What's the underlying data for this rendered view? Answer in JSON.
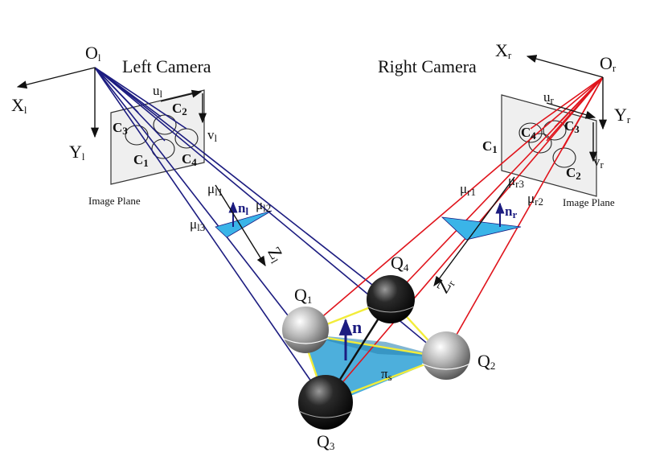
{
  "left_camera": {
    "title": "Left Camera",
    "origin_label": "O",
    "origin_sub": "l",
    "x_axis_label": "X",
    "x_axis_sub": "l",
    "y_axis_label": "Y",
    "y_axis_sub": "l",
    "u_axis_label": "u",
    "u_axis_sub": "l",
    "v_axis_label": "v",
    "v_axis_sub": "l",
    "image_plane_label": "Image Plane",
    "circle_labels": {
      "c1": "C",
      "c1_sub": "1",
      "c2": "C",
      "c2_sub": "2",
      "c3": "C",
      "c3_sub": "3",
      "c4": "C",
      "c4_sub": "4"
    },
    "mu1": "μ",
    "mu1_sub": "l1",
    "mu2": "μ",
    "mu2_sub": "l2",
    "mu3": "μ",
    "mu3_sub": "l3",
    "normal_label": "n",
    "normal_sub": "l",
    "z_label": "Z",
    "z_sub": "l"
  },
  "right_camera": {
    "title": "Right Camera",
    "origin_label": "O",
    "origin_sub": "r",
    "x_axis_label": "X",
    "x_axis_sub": "r",
    "y_axis_label": "Y",
    "y_axis_sub": "r",
    "u_axis_label": "u",
    "u_axis_sub": "r",
    "v_axis_label": "v",
    "v_axis_sub": "r",
    "image_plane_label": "Image Plane",
    "circle_labels": {
      "c1": "C",
      "c1_sub": "1",
      "c2": "C",
      "c2_sub": "2",
      "c3": "C",
      "c3_sub": "3",
      "c4": "C",
      "c4_sub": "4"
    },
    "mu1": "μ",
    "mu1_sub": "r1",
    "mu2": "μ",
    "mu2_sub": "r2",
    "mu3": "μ",
    "mu3_sub": "r3",
    "normal_label": "n",
    "normal_sub": "r",
    "z_label": "Z",
    "z_sub": "r"
  },
  "spheres": {
    "q1": "Q",
    "q1_sub": "1",
    "q2": "Q",
    "q2_sub": "2",
    "q3": "Q",
    "q3_sub": "3",
    "q4": "Q",
    "q4_sub": "4"
  },
  "plane": {
    "normal_label": "n",
    "name": "π",
    "name_sub": "s"
  },
  "colors": {
    "left_rays": "#1c1c80",
    "right_rays": "#e0141c",
    "plane_fill": "#3aa6d8",
    "triangle_edge": "#f2ec3a",
    "normal_arrow": "#1c1c80"
  }
}
